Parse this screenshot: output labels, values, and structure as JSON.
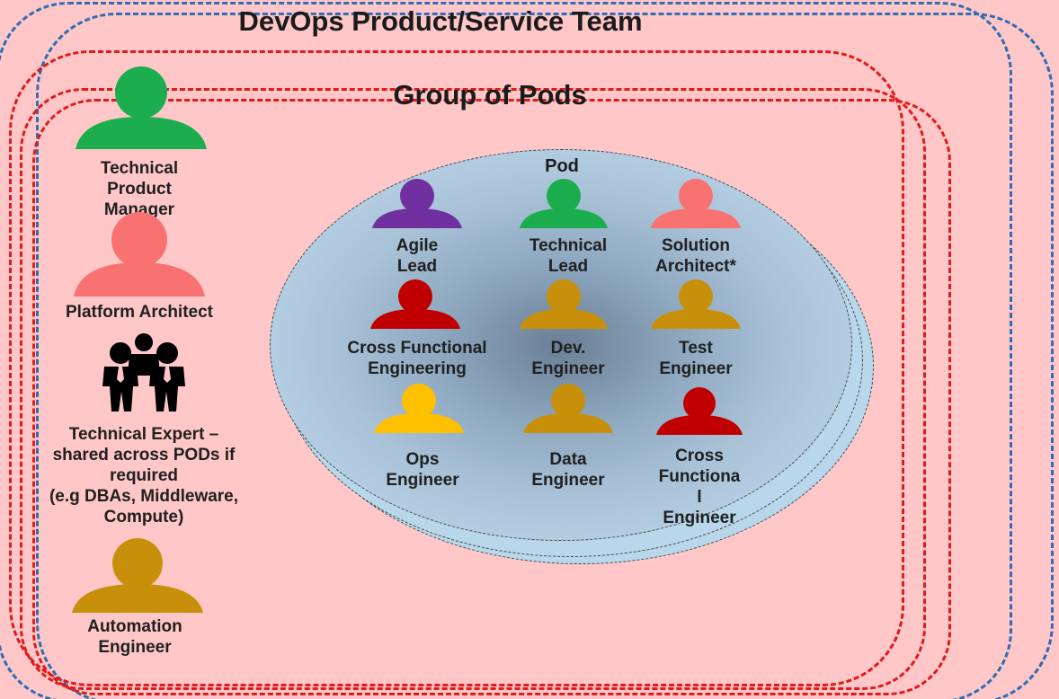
{
  "diagram": {
    "team_title": "DevOps Product/Service Team",
    "group_title": "Group of Pods",
    "pod_title": "Pod",
    "roles": [
      {
        "label": "Technical\nProduct\nManager",
        "icon": "person-icon",
        "color": "#1cae4e"
      },
      {
        "label": "Platform Architect",
        "icon": "person-icon",
        "color": "#f87272"
      },
      {
        "label": "Technical Expert –\nshared across PODs if\nrequired\n(e.g DBAs,  Middleware,\nCompute)",
        "icon": "group-of-people-icon",
        "color": "#000000"
      },
      {
        "label": "Automation\nEngineer",
        "icon": "person-icon",
        "color": "#c8900a"
      }
    ],
    "pod_members": [
      {
        "label": "Agile\nLead",
        "icon": "person-icon",
        "color": "#7030a0"
      },
      {
        "label": "Technical\nLead",
        "icon": "person-icon",
        "color": "#1cae4e"
      },
      {
        "label": "Solution\nArchitect*",
        "icon": "person-icon",
        "color": "#f87272"
      },
      {
        "label": "Cross  Functional\nEngineering",
        "icon": "person-icon",
        "color": "#c00000"
      },
      {
        "label": "Dev.\nEngineer",
        "icon": "person-icon",
        "color": "#c8900a"
      },
      {
        "label": "Test\nEngineer",
        "icon": "person-icon",
        "color": "#c8900a"
      },
      {
        "label": "Ops\nEngineer",
        "icon": "person-icon",
        "color": "#ffc000"
      },
      {
        "label": "Data\nEngineer",
        "icon": "person-icon",
        "color": "#c8900a"
      },
      {
        "label": "Cross\nFunctiona\nl\nEngineer",
        "icon": "person-icon",
        "color": "#c00000"
      }
    ]
  }
}
